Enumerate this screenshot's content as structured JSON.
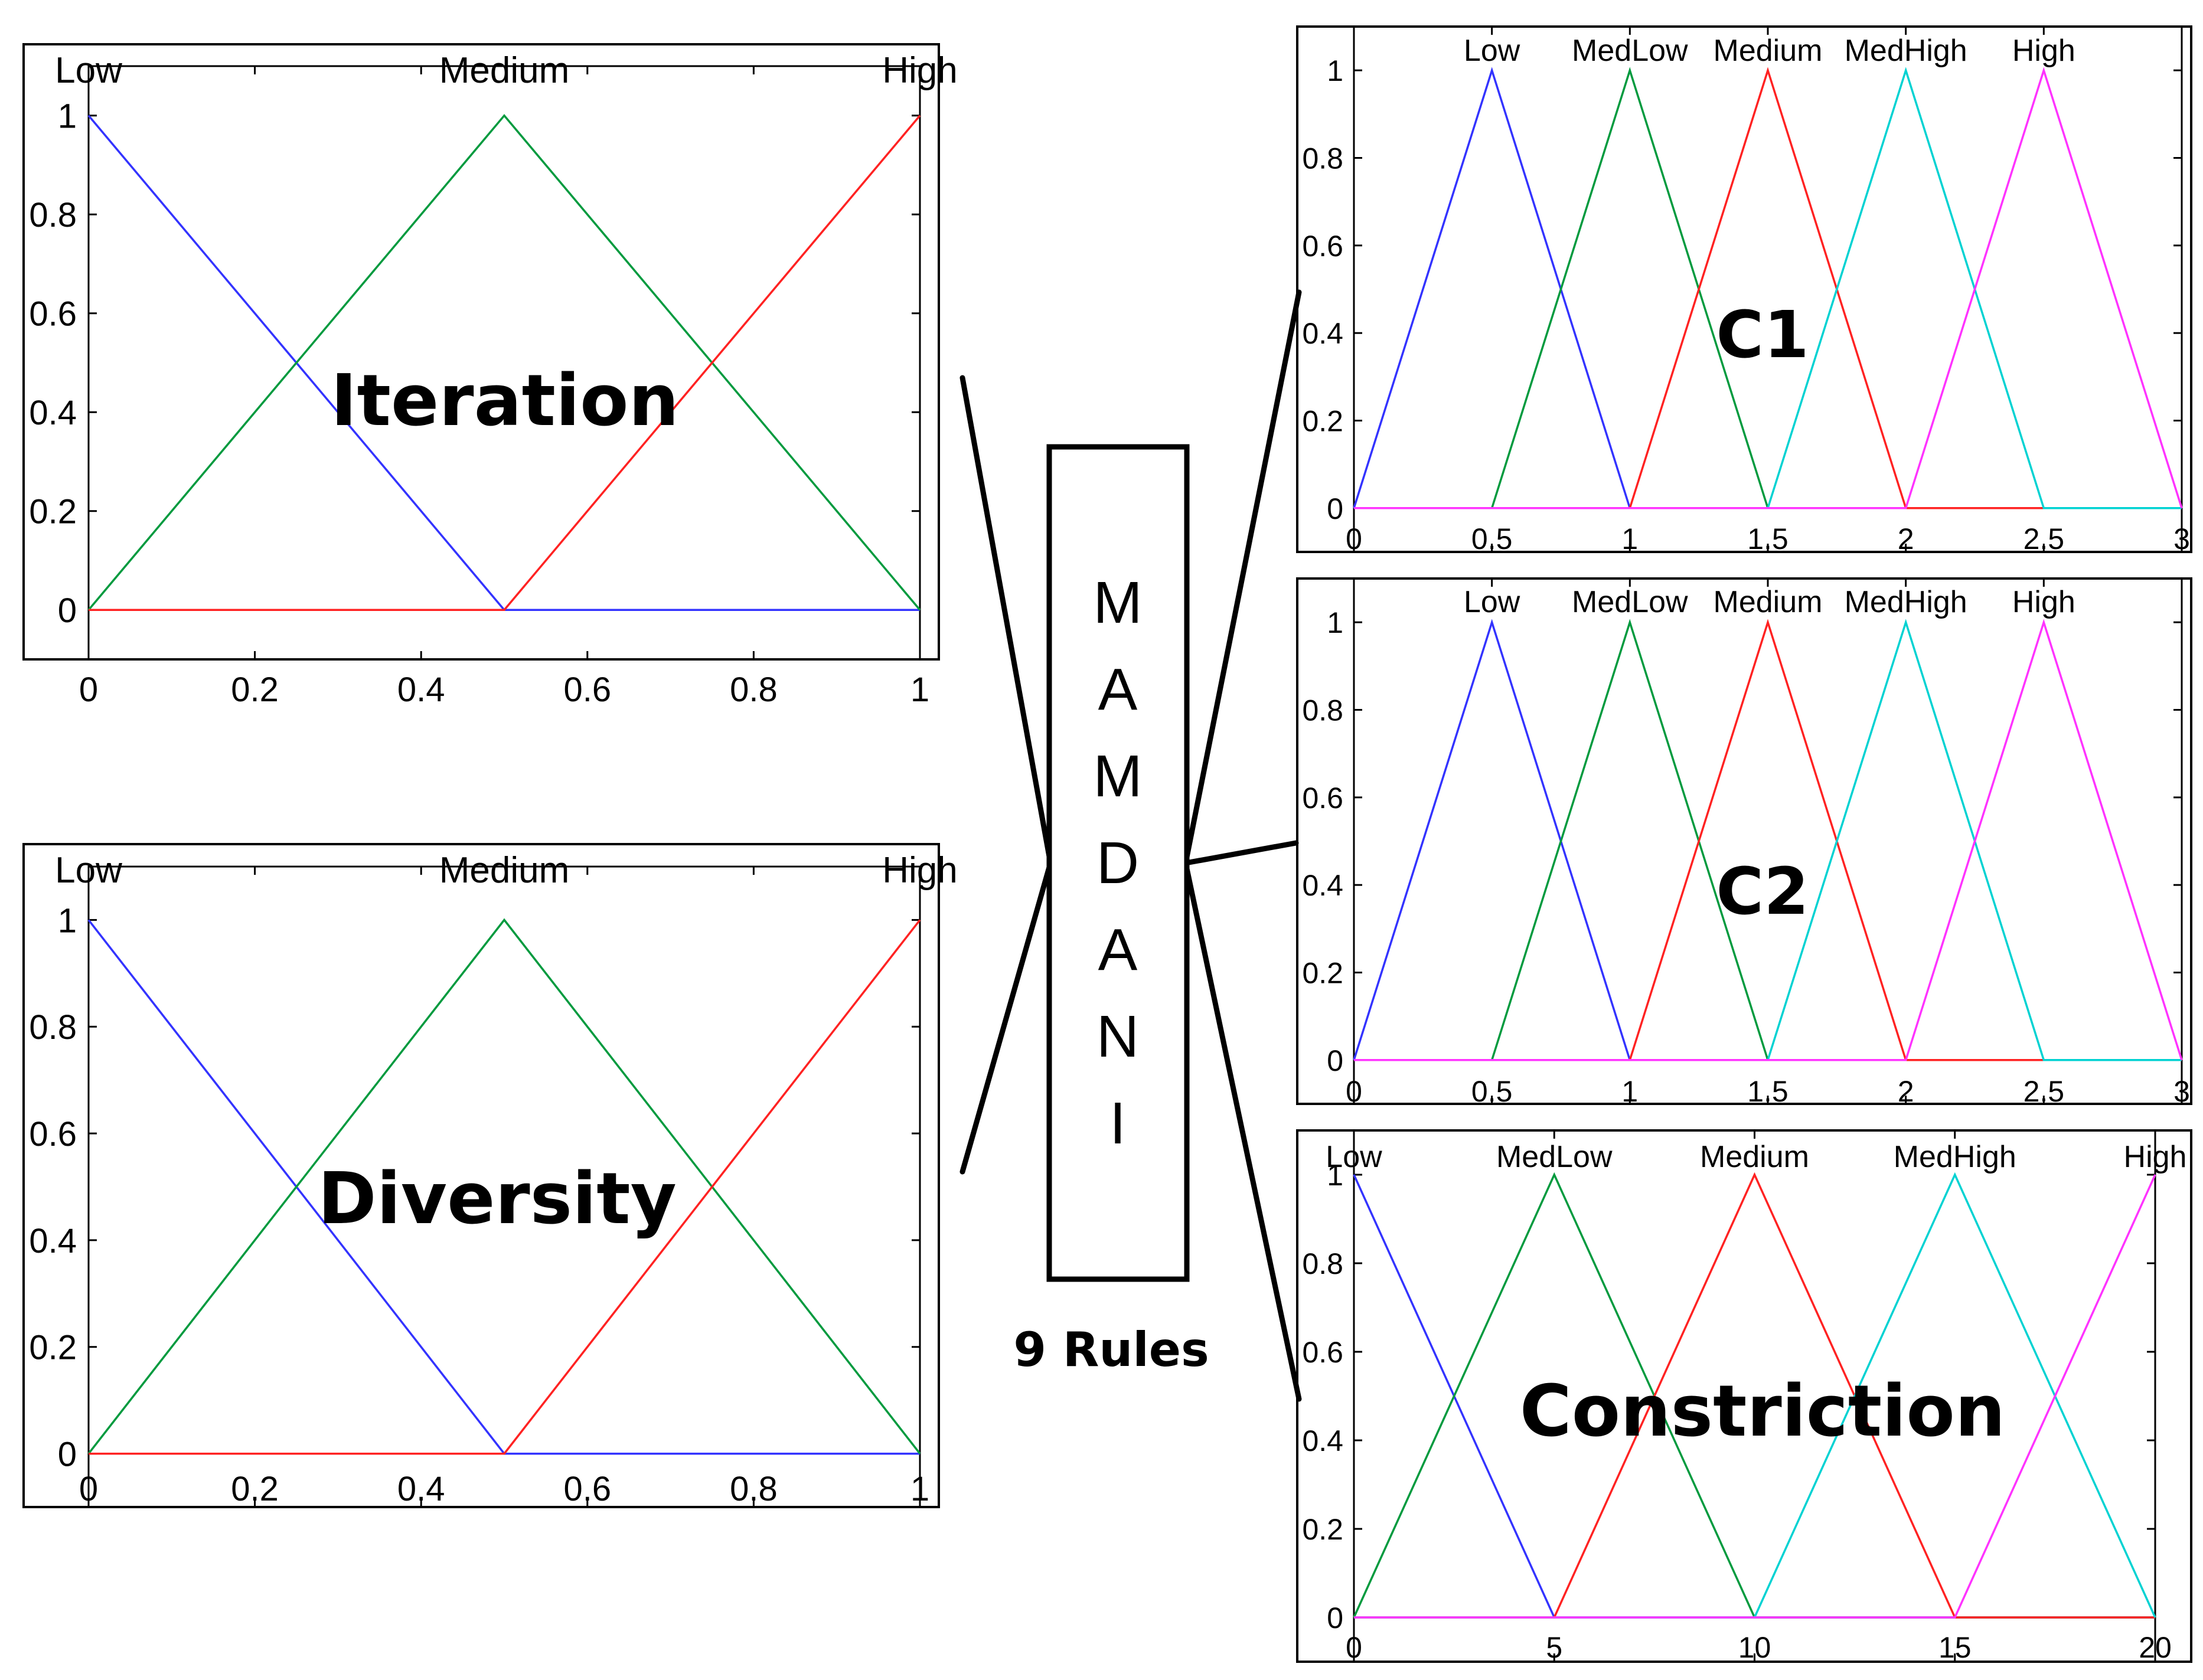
{
  "diagram": {
    "center_box": {
      "letters": [
        "M",
        "A",
        "M",
        "D",
        "A",
        "N",
        "I"
      ],
      "caption": "9 Rules"
    },
    "colors": {
      "blue": "#3333ff",
      "green": "#009a3e",
      "red": "#ff2222",
      "cyan": "#00d2d2",
      "magenta": "#ff33ff",
      "frame": "#000000"
    }
  },
  "chart_data": [
    {
      "type": "line",
      "title": "Iteration",
      "xlim": [
        0,
        1
      ],
      "ylim": [
        -0.1,
        1.1
      ],
      "xticks": [
        "0",
        "0.2",
        "0.4",
        "0.6",
        "0.8",
        "1"
      ],
      "yticks": [
        "0",
        "0.2",
        "0.4",
        "0.6",
        "0.8",
        "1"
      ],
      "mf_labels": [
        "Low",
        "Medium",
        "High"
      ],
      "series": [
        {
          "name": "Low",
          "color": "blue",
          "points": [
            [
              0,
              1
            ],
            [
              0.5,
              0
            ],
            [
              1,
              0
            ]
          ]
        },
        {
          "name": "Medium",
          "color": "green",
          "points": [
            [
              0,
              0
            ],
            [
              0.5,
              1
            ],
            [
              1,
              0
            ]
          ]
        },
        {
          "name": "High",
          "color": "red",
          "points": [
            [
              0,
              0
            ],
            [
              0.5,
              0
            ],
            [
              1,
              1
            ]
          ]
        }
      ]
    },
    {
      "type": "line",
      "title": "Diversity",
      "xlim": [
        0,
        1
      ],
      "ylim": [
        -0.1,
        1.1
      ],
      "xticks": [
        "0",
        "0.2",
        "0.4",
        "0.6",
        "0.8",
        "1"
      ],
      "yticks": [
        "0",
        "0.2",
        "0.4",
        "0.6",
        "0.8",
        "1"
      ],
      "mf_labels": [
        "Low",
        "Medium",
        "High"
      ],
      "series": [
        {
          "name": "Low",
          "color": "blue",
          "points": [
            [
              0,
              1
            ],
            [
              0.5,
              0
            ],
            [
              1,
              0
            ]
          ]
        },
        {
          "name": "Medium",
          "color": "green",
          "points": [
            [
              0,
              0
            ],
            [
              0.5,
              1
            ],
            [
              1,
              0
            ]
          ]
        },
        {
          "name": "High",
          "color": "red",
          "points": [
            [
              0,
              0
            ],
            [
              0.5,
              0
            ],
            [
              1,
              1
            ]
          ]
        }
      ]
    },
    {
      "type": "line",
      "title": "C1",
      "xlim": [
        0,
        3
      ],
      "ylim": [
        -0.1,
        1.1
      ],
      "xticks": [
        "0",
        "0.5",
        "1",
        "1.5",
        "2",
        "2.5",
        "3"
      ],
      "yticks": [
        "0",
        "0.2",
        "0.4",
        "0.6",
        "0.8",
        "1"
      ],
      "mf_labels": [
        "Low",
        "MedLow",
        "Medium",
        "MedHigh",
        "High"
      ],
      "series": [
        {
          "name": "Low",
          "color": "blue",
          "points": [
            [
              0,
              0
            ],
            [
              0.5,
              1
            ],
            [
              1,
              0
            ],
            [
              3,
              0
            ]
          ]
        },
        {
          "name": "MedLow",
          "color": "green",
          "points": [
            [
              0,
              0
            ],
            [
              0.5,
              0
            ],
            [
              1,
              1
            ],
            [
              1.5,
              0
            ],
            [
              3,
              0
            ]
          ]
        },
        {
          "name": "Medium",
          "color": "red",
          "points": [
            [
              0,
              0
            ],
            [
              1,
              0
            ],
            [
              1.5,
              1
            ],
            [
              2,
              0
            ],
            [
              3,
              0
            ]
          ]
        },
        {
          "name": "MedHigh",
          "color": "cyan",
          "points": [
            [
              0,
              0
            ],
            [
              1.5,
              0
            ],
            [
              2,
              1
            ],
            [
              2.5,
              0
            ],
            [
              3,
              0
            ]
          ]
        },
        {
          "name": "High",
          "color": "magenta",
          "points": [
            [
              0,
              0
            ],
            [
              2,
              0
            ],
            [
              2.5,
              1
            ],
            [
              3,
              0
            ]
          ]
        }
      ]
    },
    {
      "type": "line",
      "title": "C2",
      "xlim": [
        0,
        3
      ],
      "ylim": [
        -0.1,
        1.1
      ],
      "xticks": [
        "0",
        "0.5",
        "1",
        "1.5",
        "2",
        "2.5",
        "3"
      ],
      "yticks": [
        "0",
        "0.2",
        "0.4",
        "0.6",
        "0.8",
        "1"
      ],
      "mf_labels": [
        "Low",
        "MedLow",
        "Medium",
        "MedHigh",
        "High"
      ],
      "series": [
        {
          "name": "Low",
          "color": "blue",
          "points": [
            [
              0,
              0
            ],
            [
              0.5,
              1
            ],
            [
              1,
              0
            ],
            [
              3,
              0
            ]
          ]
        },
        {
          "name": "MedLow",
          "color": "green",
          "points": [
            [
              0,
              0
            ],
            [
              0.5,
              0
            ],
            [
              1,
              1
            ],
            [
              1.5,
              0
            ],
            [
              3,
              0
            ]
          ]
        },
        {
          "name": "Medium",
          "color": "red",
          "points": [
            [
              0,
              0
            ],
            [
              1,
              0
            ],
            [
              1.5,
              1
            ],
            [
              2,
              0
            ],
            [
              3,
              0
            ]
          ]
        },
        {
          "name": "MedHigh",
          "color": "cyan",
          "points": [
            [
              0,
              0
            ],
            [
              1.5,
              0
            ],
            [
              2,
              1
            ],
            [
              2.5,
              0
            ],
            [
              3,
              0
            ]
          ]
        },
        {
          "name": "High",
          "color": "magenta",
          "points": [
            [
              0,
              0
            ],
            [
              2,
              0
            ],
            [
              2.5,
              1
            ],
            [
              3,
              0
            ]
          ]
        }
      ]
    },
    {
      "type": "line",
      "title": "Constriction",
      "xlim": [
        0,
        20
      ],
      "ylim": [
        -0.1,
        1.1
      ],
      "xticks": [
        "0",
        "5",
        "10",
        "15",
        "20"
      ],
      "yticks": [
        "0",
        "0.2",
        "0.4",
        "0.6",
        "0.8",
        "1"
      ],
      "mf_labels": [
        "Low",
        "MedLow",
        "Medium",
        "MedHigh",
        "High"
      ],
      "series": [
        {
          "name": "Low",
          "color": "blue",
          "points": [
            [
              0,
              1
            ],
            [
              5,
              0
            ],
            [
              20,
              0
            ]
          ]
        },
        {
          "name": "MedLow",
          "color": "green",
          "points": [
            [
              0,
              0
            ],
            [
              5,
              1
            ],
            [
              10,
              0
            ],
            [
              20,
              0
            ]
          ]
        },
        {
          "name": "Medium",
          "color": "red",
          "points": [
            [
              0,
              0
            ],
            [
              5,
              0
            ],
            [
              10,
              1
            ],
            [
              15,
              0
            ],
            [
              20,
              0
            ]
          ]
        },
        {
          "name": "MedHigh",
          "color": "cyan",
          "points": [
            [
              0,
              0
            ],
            [
              10,
              0
            ],
            [
              15,
              1
            ],
            [
              20,
              0
            ]
          ]
        },
        {
          "name": "High",
          "color": "magenta",
          "points": [
            [
              0,
              0
            ],
            [
              15,
              0
            ],
            [
              20,
              1
            ]
          ]
        }
      ]
    }
  ]
}
